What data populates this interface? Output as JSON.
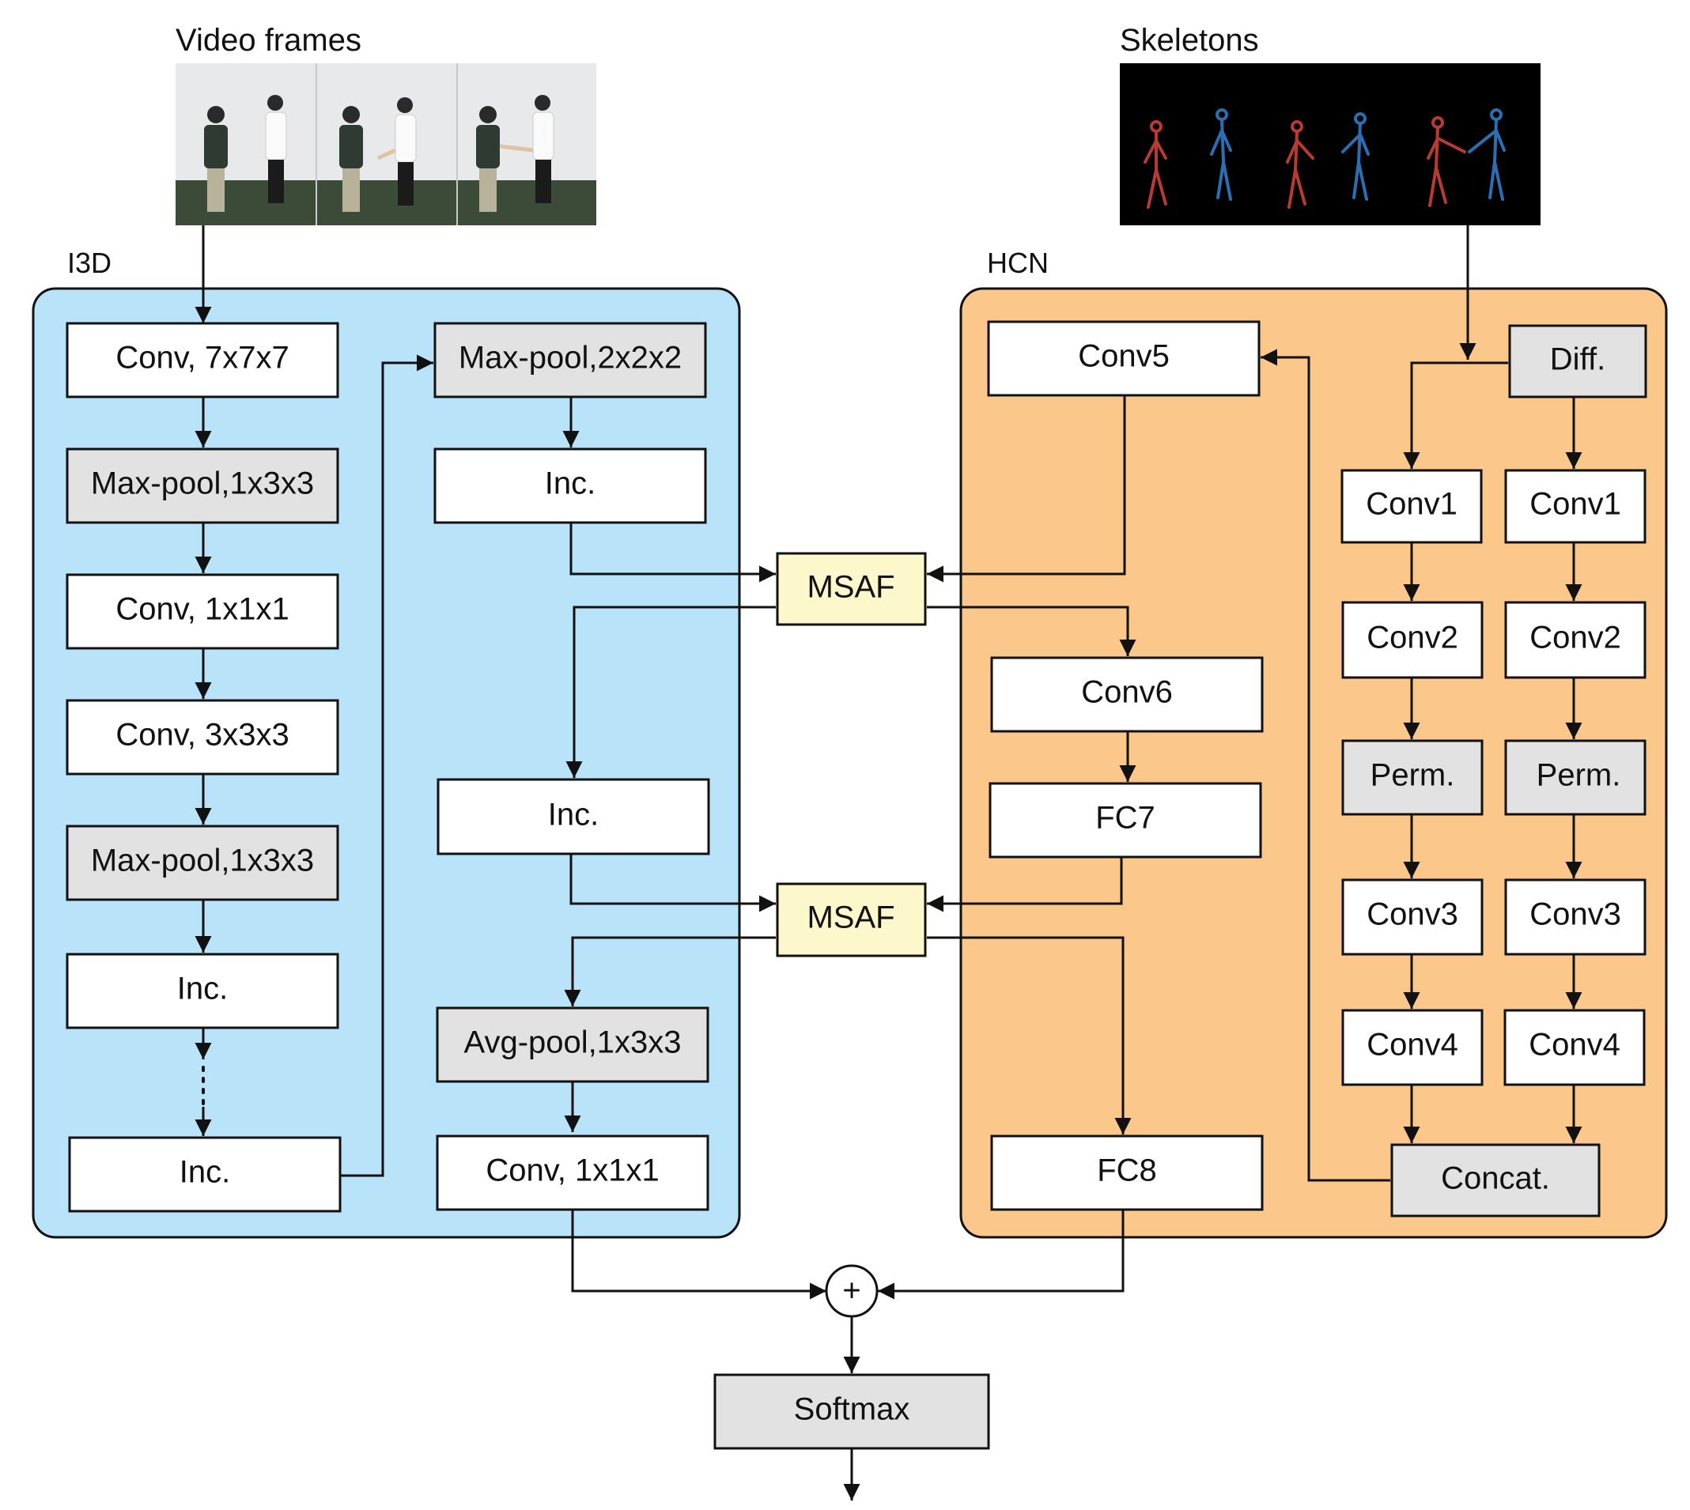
{
  "titles": {
    "video_frames": "Video frames",
    "skeletons": "Skeletons"
  },
  "groups": {
    "i3d": "I3D",
    "hcn": "HCN"
  },
  "colors": {
    "i3d_bg": "#b9e3f8",
    "hcn_bg": "#fbc78a",
    "box_white": "#ffffff",
    "box_gray": "#e2e2e2",
    "msaf": "#fdf8cc",
    "stroke": "#111111",
    "skeleton_red": "#b83a32",
    "skeleton_blue": "#2a6fb4",
    "skeleton_bg": "#000000",
    "photo_wall": "#e8e9ea",
    "photo_floor": "#3c4a38"
  },
  "i3d": {
    "conv_7x7x7": "Conv, 7x7x7",
    "maxpool_1x3x3_a": "Max-pool,1x3x3",
    "conv_1x1x1_a": "Conv, 1x1x1",
    "conv_3x3x3": "Conv, 3x3x3",
    "maxpool_1x3x3_b": "Max-pool,1x3x3",
    "inc_a": "Inc.",
    "inc_b": "Inc.",
    "maxpool_2x2x2": "Max-pool,2x2x2",
    "inc_c": "Inc.",
    "inc_d": "Inc.",
    "avgpool_1x3x3": "Avg-pool,1x3x3",
    "conv_1x1x1_b": "Conv, 1x1x1"
  },
  "fusion": {
    "msaf_1": "MSAF",
    "msaf_2": "MSAF",
    "sum_symbol": "+",
    "softmax": "Softmax"
  },
  "hcn": {
    "conv5": "Conv5",
    "conv6": "Conv6",
    "fc7": "FC7",
    "fc8": "FC8",
    "diff": "Diff.",
    "conv1_a": "Conv1",
    "conv1_b": "Conv1",
    "conv2_a": "Conv2",
    "conv2_b": "Conv2",
    "perm_a": "Perm.",
    "perm_b": "Perm.",
    "conv3_a": "Conv3",
    "conv3_b": "Conv3",
    "conv4_a": "Conv4",
    "conv4_b": "Conv4",
    "concat": "Concat."
  }
}
